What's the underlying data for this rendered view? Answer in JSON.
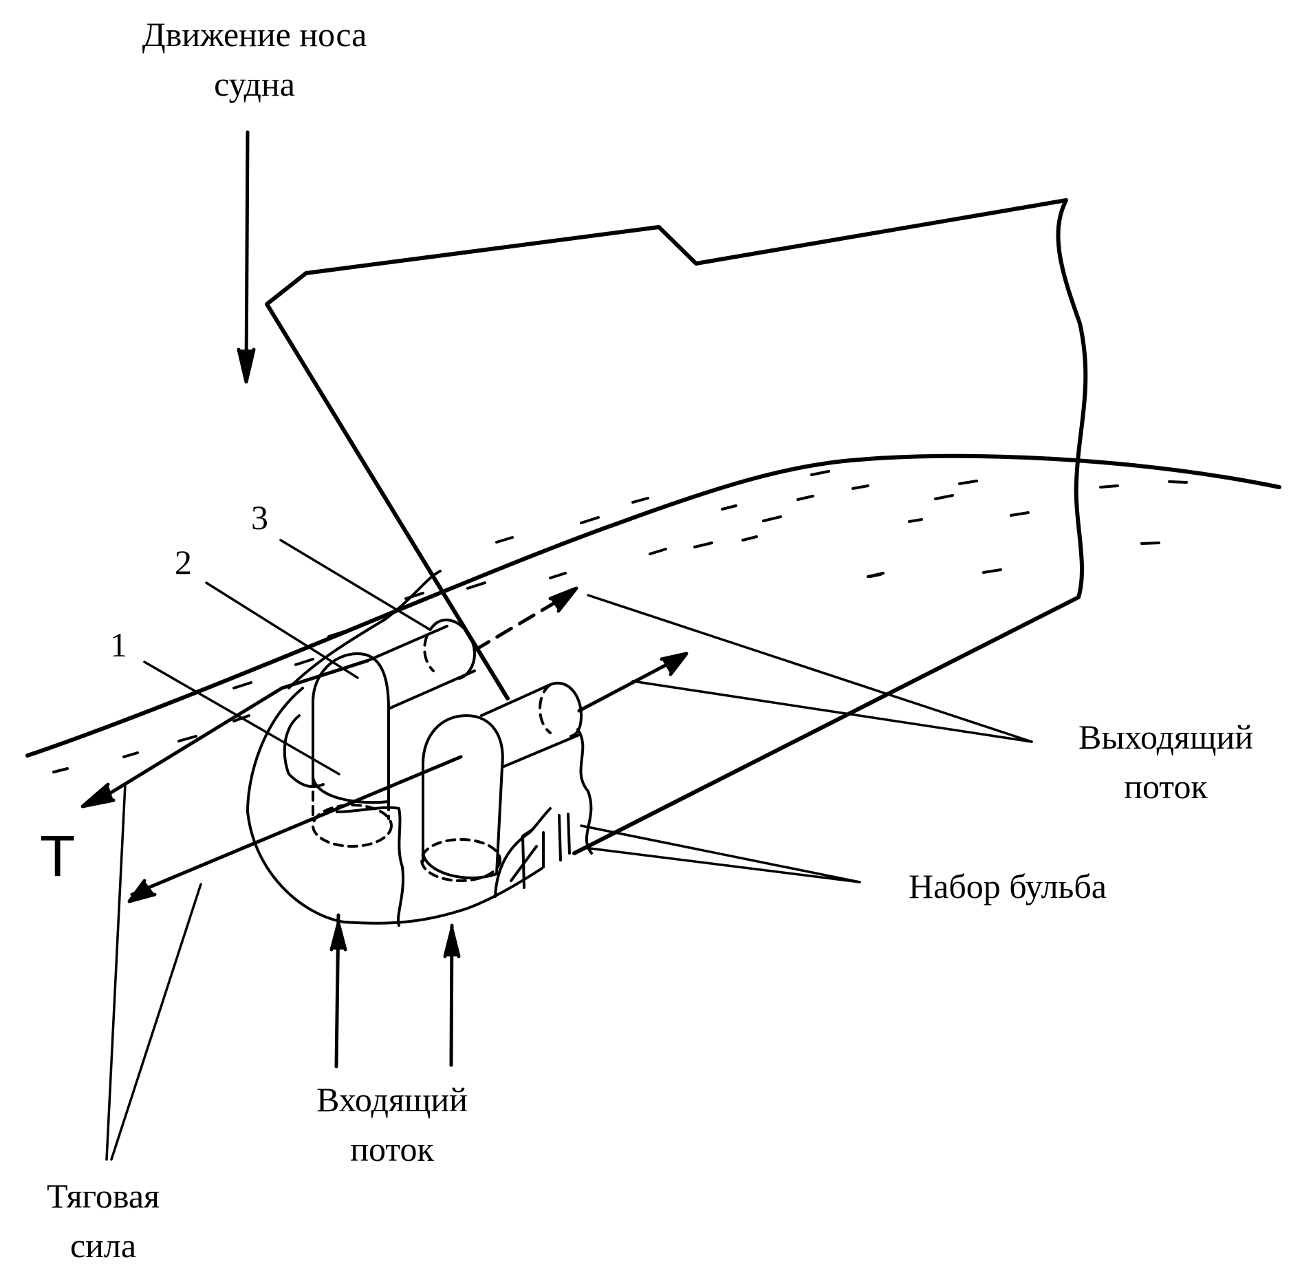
{
  "labels": {
    "bow_motion": [
      "Движение носа",
      "судна"
    ],
    "outgoing_flow": [
      "Выходящий",
      "поток"
    ],
    "bulb_frame": "Набор бульба",
    "incoming_flow": [
      "Входящий",
      "поток"
    ],
    "traction_force": [
      "Тяговая",
      "сила"
    ],
    "thrust_symbol": "T",
    "callouts": [
      "1",
      "2",
      "3"
    ]
  },
  "colors": {
    "line": "#000000",
    "background": "#ffffff"
  }
}
